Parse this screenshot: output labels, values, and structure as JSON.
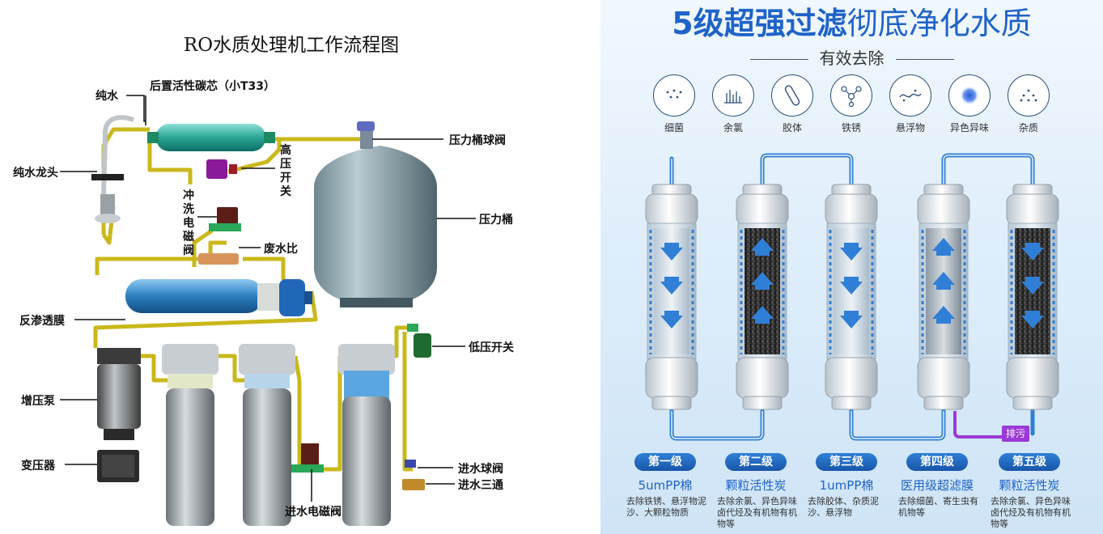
{
  "left": {
    "title": "RO水质处理机工作流程图",
    "labels": {
      "pure_water": "纯水",
      "post_carbon": "后置活性碳芯（小T33）",
      "pressure_tank_valve": "压力桶球阀",
      "high_pressure_switch": "高压开关",
      "faucet": "纯水龙头",
      "flush_valve": "冲洗电磁阀",
      "waste_ratio": "废水比",
      "pressure_tank": "压力桶",
      "ro_membrane": "反渗透膜",
      "low_pressure_switch": "低压开关",
      "booster_pump": "增压泵",
      "transformer": "变压器",
      "inlet_valve": "进水球阀",
      "inlet_tee": "进水三通",
      "inlet_solenoid": "进水电磁阀"
    }
  },
  "right": {
    "headline_strong": "5级超强过滤",
    "headline_light": "彻底净化水质",
    "subtitle": "有效去除",
    "contaminants": [
      {
        "name": "细菌",
        "icon": "bacteria-icon"
      },
      {
        "name": "余氯",
        "icon": "chlorine-icon"
      },
      {
        "name": "胶体",
        "icon": "colloid-icon"
      },
      {
        "name": "铁锈",
        "icon": "rust-icon"
      },
      {
        "name": "悬浮物",
        "icon": "suspended-icon"
      },
      {
        "name": "异色异味",
        "icon": "odor-icon"
      },
      {
        "name": "杂质",
        "icon": "impurity-icon"
      }
    ],
    "drain_label": "排污",
    "stages": [
      {
        "badge": "第一级",
        "name": "5umPP棉",
        "desc": "去除铁锈、悬浮物泥沙、大颗粒物质"
      },
      {
        "badge": "第二级",
        "name": "颗粒活性炭",
        "desc": "去除余氯、异色异味卤代烃及有机物有机物等"
      },
      {
        "badge": "第三级",
        "name": "1umPP棉",
        "desc": "去除胶体、杂质泥沙、悬浮物"
      },
      {
        "badge": "第四级",
        "name": "医用级超滤膜",
        "desc": "去除细菌、寄生虫有机物等"
      },
      {
        "badge": "第五级",
        "name": "颗粒活性炭",
        "desc": "去除余氯、异色异味卤代烃及有机物有机物等"
      }
    ],
    "colors": {
      "accent": "#1f63c8",
      "pipe": "#2f7fd6",
      "drain": "#9b3ad6",
      "badge": "#1855a8"
    }
  }
}
